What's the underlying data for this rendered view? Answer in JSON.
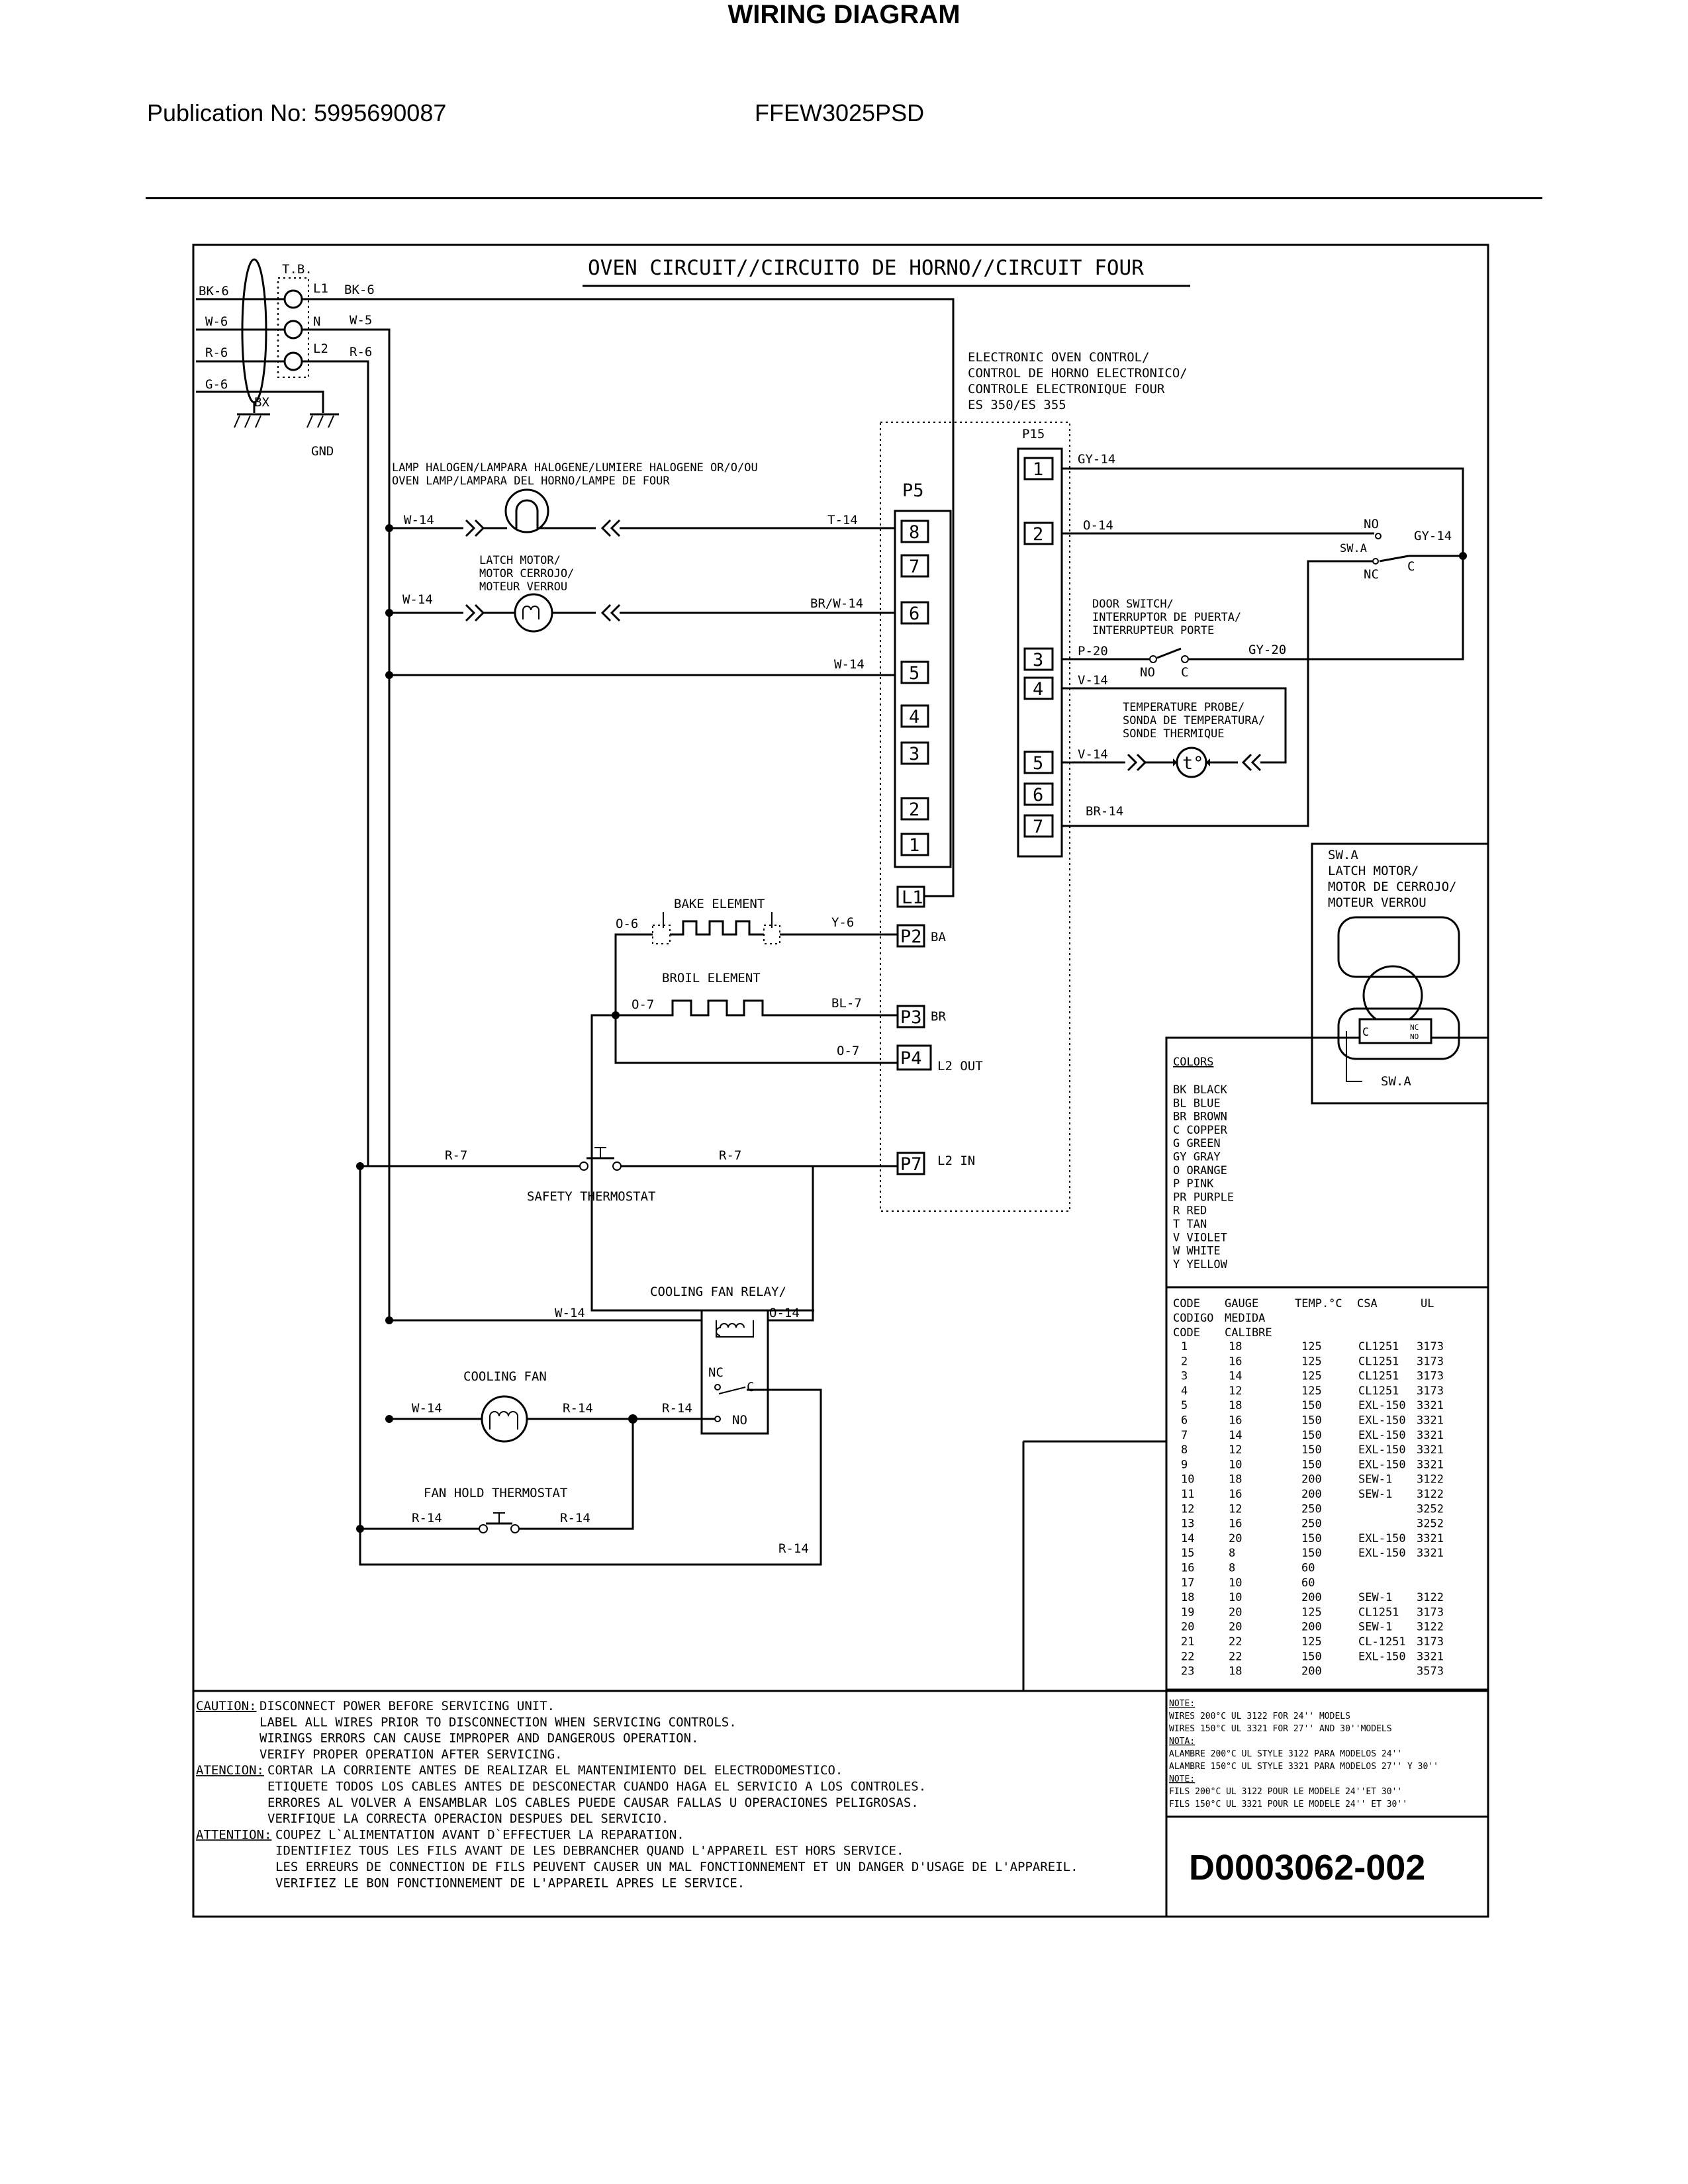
{
  "header": {
    "publication": "Publication No: 5995690087",
    "model": "FFEW3025PSD",
    "title": "WIRING DIAGRAM"
  },
  "diagram": {
    "heading": "OVEN CIRCUIT//CIRCUITO DE HORNO//CIRCUIT FOUR",
    "terminal_block": {
      "label": "T.B.",
      "l1": "L1",
      "n": "N",
      "l2": "L2",
      "bx": "BX",
      "gnd": "GND"
    },
    "supply_wires": {
      "bk": "BK-6",
      "w": "W-6",
      "r": "R-6",
      "g": "G-6",
      "l1_out": "BK-6",
      "n_out": "W-5",
      "l2_out": "R-6"
    },
    "control": {
      "title": [
        "ELECTRONIC OVEN CONTROL/",
        "CONTROL DE HORNO ELECTRONICO/",
        "CONTROLE ELECTRONIQUE FOUR",
        "ES 350/ES 355"
      ],
      "p5": "P5",
      "p15": "P15",
      "l1": "L1",
      "p2": "P2",
      "p3": "P3",
      "p4": "P4",
      "p7": "P7",
      "ba": "BA",
      "br": "BR",
      "l2out": "L2 OUT",
      "l2in": "L2 IN"
    },
    "p5_pins": [
      "8",
      "7",
      "6",
      "5",
      "4",
      "3",
      "2",
      "1"
    ],
    "p15_pins": [
      "1",
      "2",
      "3",
      "4",
      "5",
      "6",
      "7"
    ],
    "lamp": {
      "label1": "LAMP HALOGEN/LAMPARA HALOGENE/LUMIERE HALOGENE OR/O/OU",
      "label2": "OVEN LAMP/LAMPARA DEL HORNO/LAMPE DE FOUR",
      "w_in": "W-14",
      "w_out": "T-14"
    },
    "latch_motor": {
      "label": [
        "LATCH MOTOR/",
        "MOTOR CERROJO/",
        "MOTEUR VERROU"
      ],
      "w_in": "W-14",
      "w_out": "BR/W-14"
    },
    "neutral_p5": "W-14",
    "p15_wires": {
      "gy": "GY-14",
      "o": "O-14",
      "p": "P-20",
      "gy20": "GY-20",
      "v1": "V-14",
      "v2": "V-14",
      "br": "BR-14",
      "gy_right": "GY-14"
    },
    "sw_a": {
      "label": "SW.A",
      "no": "NO",
      "nc": "NC",
      "c": "C"
    },
    "door_switch": {
      "label": [
        "DOOR SWITCH/",
        "INTERRUPTOR DE PUERTA/",
        "INTERRUPTEUR PORTE"
      ],
      "no": "NO",
      "c": "C"
    },
    "probe": {
      "label": [
        "TEMPERATURE PROBE/",
        "SONDA DE TEMPERATURA/",
        "SONDE THERMIQUE"
      ],
      "symbol": "t°"
    },
    "bake": {
      "label": "BAKE ELEMENT",
      "w_in": "O-6",
      "w_out": "Y-6"
    },
    "broil": {
      "label": "BROIL ELEMENT",
      "w_in": "O-7",
      "w_out": "BL-7",
      "w_p4": "O-7"
    },
    "safety": {
      "label": "SAFETY THERMOSTAT",
      "w_in": "R-7",
      "w_out": "R-7"
    },
    "relay": {
      "label": "COOLING FAN RELAY/",
      "w_in": "W-14",
      "w_out": "O-14",
      "nc": "NC",
      "no": "NO",
      "c": "C",
      "w_r": "R-14"
    },
    "fan": {
      "label": "COOLING FAN",
      "w_in": "W-14",
      "w_out": "R-14"
    },
    "fan_hold": {
      "label": "FAN HOLD THERMOSTAT",
      "w_in": "R-14",
      "w_out": "R-14",
      "w_bottom": "R-14"
    },
    "latch_inset": {
      "label": [
        "SW.A",
        "LATCH MOTOR/",
        "MOTOR DE CERROJO/",
        "MOTEUR VERROU"
      ],
      "c": "C",
      "nc": "NC",
      "no": "NO",
      "sw": "SW.A"
    },
    "colors_title": "COLORS",
    "colors": [
      "BK BLACK",
      "BL BLUE",
      "BR BROWN",
      "C COPPER",
      "G GREEN",
      "GY GRAY",
      "O ORANGE",
      "P PINK",
      "PR PURPLE",
      "R RED",
      "T TAN",
      "V VIOLET",
      "W WHITE",
      "Y YELLOW"
    ],
    "gauge_table": {
      "headers": [
        "CODE",
        "GAUGE",
        "TEMP.°C",
        "CSA",
        "UL"
      ],
      "headers2": [
        "CODIGO",
        "MEDIDA"
      ],
      "headers3": [
        "CODE",
        "CALIBRE"
      ],
      "rows": [
        [
          "1",
          "18",
          "125",
          "CL1251",
          "3173"
        ],
        [
          "2",
          "16",
          "125",
          "CL1251",
          "3173"
        ],
        [
          "3",
          "14",
          "125",
          "CL1251",
          "3173"
        ],
        [
          "4",
          "12",
          "125",
          "CL1251",
          "3173"
        ],
        [
          "5",
          "18",
          "150",
          "EXL-150",
          "3321"
        ],
        [
          "6",
          "16",
          "150",
          "EXL-150",
          "3321"
        ],
        [
          "7",
          "14",
          "150",
          "EXL-150",
          "3321"
        ],
        [
          "8",
          "12",
          "150",
          "EXL-150",
          "3321"
        ],
        [
          "9",
          "10",
          "150",
          "EXL-150",
          "3321"
        ],
        [
          "10",
          "18",
          "200",
          "SEW-1",
          "3122"
        ],
        [
          "11",
          "16",
          "200",
          "SEW-1",
          "3122"
        ],
        [
          "12",
          "12",
          "250",
          "",
          "3252"
        ],
        [
          "13",
          "16",
          "250",
          "",
          "3252"
        ],
        [
          "14",
          "20",
          "150",
          "EXL-150",
          "3321"
        ],
        [
          "15",
          "8",
          "150",
          "EXL-150",
          "3321"
        ],
        [
          "16",
          "8",
          "60",
          "",
          ""
        ],
        [
          "17",
          "10",
          "60",
          "",
          ""
        ],
        [
          "18",
          "10",
          "200",
          "SEW-1",
          "3122"
        ],
        [
          "19",
          "20",
          "125",
          "CL1251",
          "3173"
        ],
        [
          "20",
          "20",
          "200",
          "SEW-1",
          "3122"
        ],
        [
          "21",
          "22",
          "125",
          "CL-1251",
          "3173"
        ],
        [
          "22",
          "22",
          "150",
          "EXL-150",
          "3321"
        ],
        [
          "23",
          "18",
          "200",
          "",
          "3573"
        ]
      ]
    },
    "caution": {
      "en_label": "CAUTION:",
      "en": [
        "DISCONNECT POWER BEFORE SERVICING UNIT.",
        "LABEL ALL WIRES PRIOR TO DISCONNECTION WHEN SERVICING CONTROLS.",
        "WIRINGS ERRORS CAN CAUSE IMPROPER AND DANGEROUS OPERATION.",
        "VERIFY PROPER OPERATION AFTER SERVICING."
      ],
      "es_label": "ATENCION:",
      "es": [
        "CORTAR LA CORRIENTE ANTES DE REALIZAR EL MANTENIMIENTO DEL ELECTRODOMESTICO.",
        "ETIQUETE TODOS LOS CABLES ANTES DE DESCONECTAR CUANDO HAGA EL SERVICIO A LOS CONTROLES.",
        "ERRORES AL VOLVER A ENSAMBLAR LOS CABLES PUEDE CAUSAR FALLAS U OPERACIONES PELIGROSAS.",
        "VERIFIQUE LA CORRECTA OPERACION DESPUES DEL SERVICIO."
      ],
      "fr_label": "ATTENTION:",
      "fr": [
        "COUPEZ L`ALIMENTATION AVANT D`EFFECTUER LA REPARATION.",
        "IDENTIFIEZ TOUS LES FILS AVANT DE LES DEBRANCHER QUAND L'APPAREIL EST HORS SERVICE.",
        "LES ERREURS DE CONNECTION DE FILS PEUVENT CAUSER UN MAL FONCTIONNEMENT ET UN DANGER D'USAGE DE L'APPAREIL.",
        "VERIFIEZ LE BON FONCTIONNEMENT DE L'APPAREIL APRES LE SERVICE."
      ]
    },
    "notes": [
      "NOTE:",
      "WIRES 200°C UL 3122 FOR 24'' MODELS",
      "WIRES 150°C UL 3321 FOR 27'' AND 30''MODELS",
      "NOTA:",
      "ALAMBRE 200°C UL STYLE 3122 PARA MODELOS 24''",
      "ALAMBRE 150°C UL STYLE 3321 PARA MODELOS 27'' Y 30''",
      "NOTE:",
      "FILS 200°C UL 3122 POUR LE MODELE 24''ET 30''",
      "FILS 150°C UL 3321 POUR LE MODELE 24'' ET 30''"
    ],
    "doc_code": "D0003062-002"
  }
}
